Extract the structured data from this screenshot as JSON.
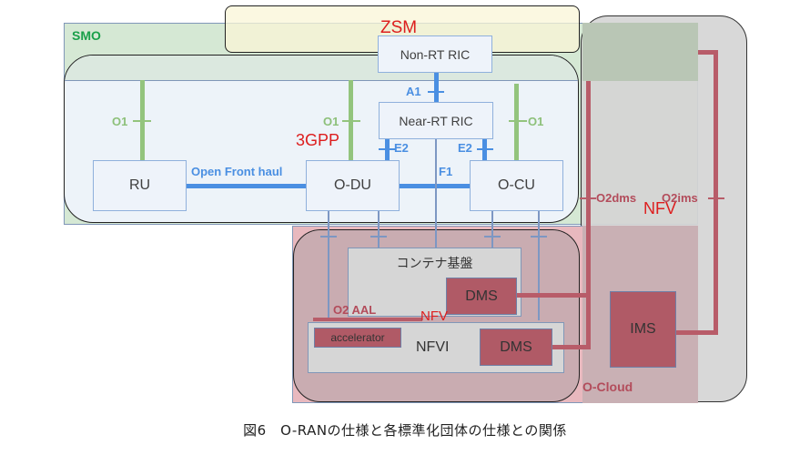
{
  "caption": "図6　O-RANの仕様と各標準化団体の仕様との関係",
  "organizations": {
    "smo": "SMO",
    "zsm": "ZSM",
    "three_gpp": "3GPP",
    "nfv_top": "NFV",
    "nfv_bottom": "NFV",
    "o_cloud": "O-Cloud"
  },
  "nodes": {
    "non_rt_ric": "Non-RT RIC",
    "near_rt_ric": "Near-RT RIC",
    "ru": "RU",
    "o_du": "O-DU",
    "o_cu": "O-CU",
    "container_platform": "コンテナ基盤",
    "dms_container": "DMS",
    "nfvi": "NFVI",
    "dms_nfvi": "DMS",
    "accelerator": "accelerator",
    "ims": "IMS"
  },
  "interfaces": {
    "a1": "A1",
    "o1_ru": "O1",
    "o1_du": "O1",
    "o1_cu": "O1",
    "e2_du": "E2",
    "e2_cu": "E2",
    "f1": "F1",
    "open_fronthaul": "Open Front haul",
    "o2dms": "O2dms",
    "o2ims": "O2ims",
    "o2_aal": "O2 AAL"
  },
  "colors": {
    "smo_fill": "#d5e8d4",
    "zsm_fill": "#f4f2d8",
    "nfv_fill": "#d6d6d6",
    "ocloud_fill": "#e8b8be",
    "dms_fill": "#b05a66",
    "interface_blue": "#4a8fe2",
    "interface_green": "#93c47d",
    "o2_line": "#b85c69"
  }
}
